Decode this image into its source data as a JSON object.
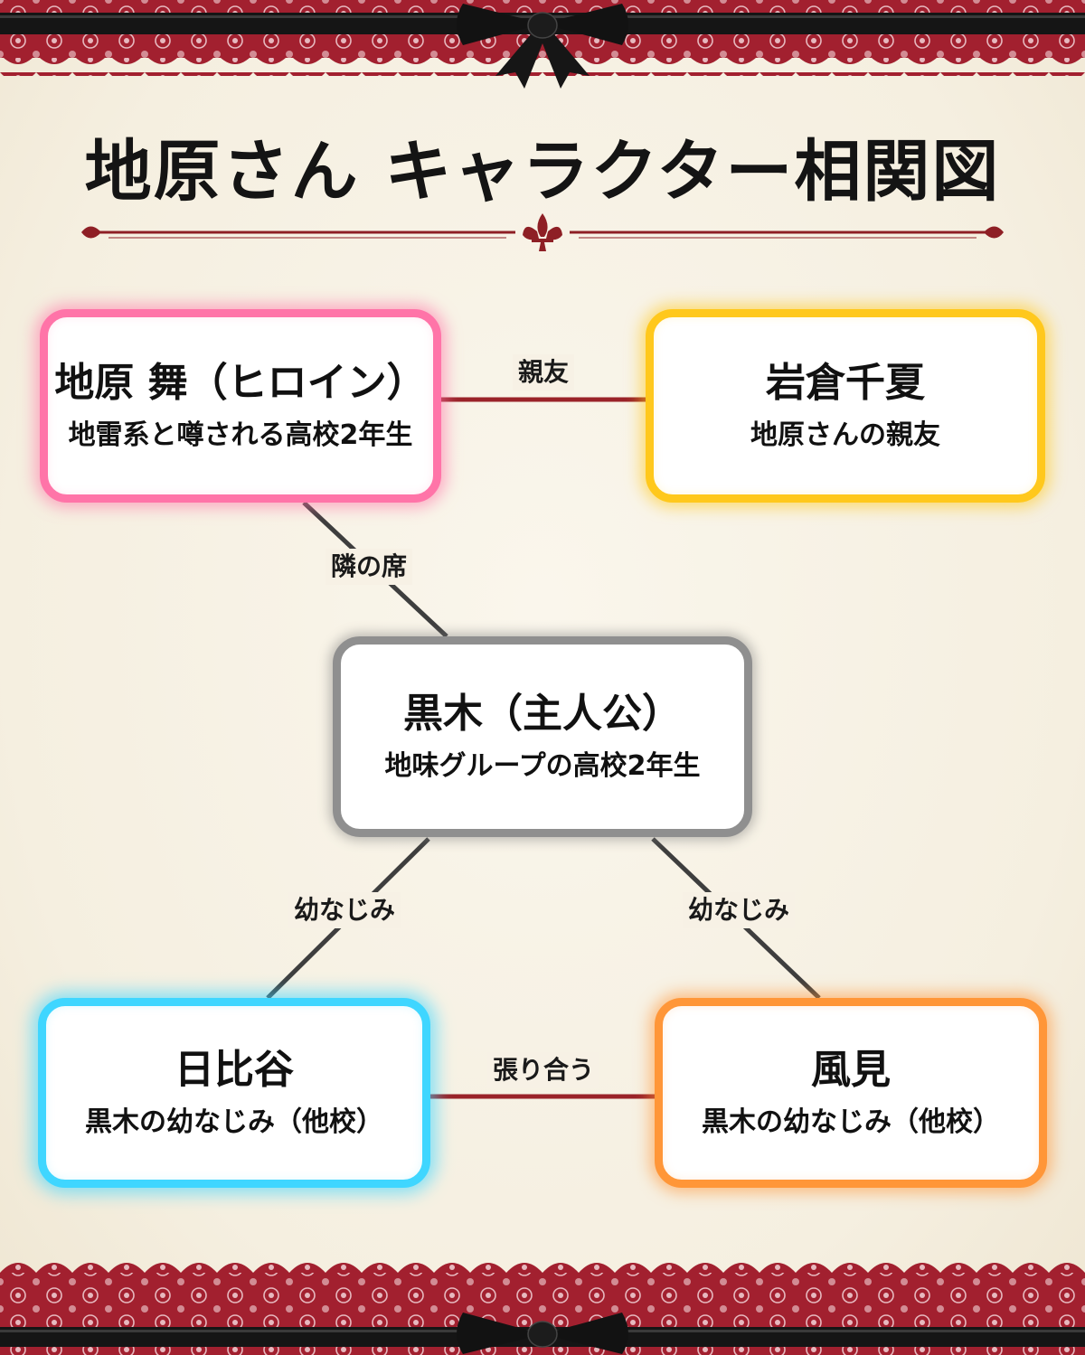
{
  "title": "地原さん キャラクター相関図",
  "colors": {
    "lace": "#9b1c2c",
    "ribbon": "#111111",
    "ornament": "#8e1f25",
    "link_red": "#9a2329",
    "link_gray": "#3e3e3e",
    "mai_border": "#ff74a8",
    "chika_border": "#ffc81c",
    "kuroki_border": "#8f8f8f",
    "hibiya_border": "#3fd6ff",
    "kazami_border": "#ff9638"
  },
  "decorations": {
    "top": "lace-border-with-black-bow",
    "divider": "fleur-de-lis-ornament",
    "bottom": "lace-border-with-black-bow"
  },
  "characters": {
    "mai": {
      "name": "地原 舞（ヒロイン）",
      "desc": "地雷系と噂される高校2年生"
    },
    "chika": {
      "name": "岩倉千夏",
      "desc": "地原さんの親友"
    },
    "kuroki": {
      "name": "黒木（主人公）",
      "desc": "地味グループの高校2年生"
    },
    "hibiya": {
      "name": "日比谷",
      "desc": "黒木の幼なじみ（他校）"
    },
    "kazami": {
      "name": "風見",
      "desc": "黒木の幼なじみ（他校）"
    }
  },
  "relations": {
    "mai_chika": "親友",
    "mai_kuroki": "隣の席",
    "kuroki_hibiya": "幼なじみ",
    "kuroki_kazami": "幼なじみ",
    "hibiya_kazami": "張り合う"
  }
}
